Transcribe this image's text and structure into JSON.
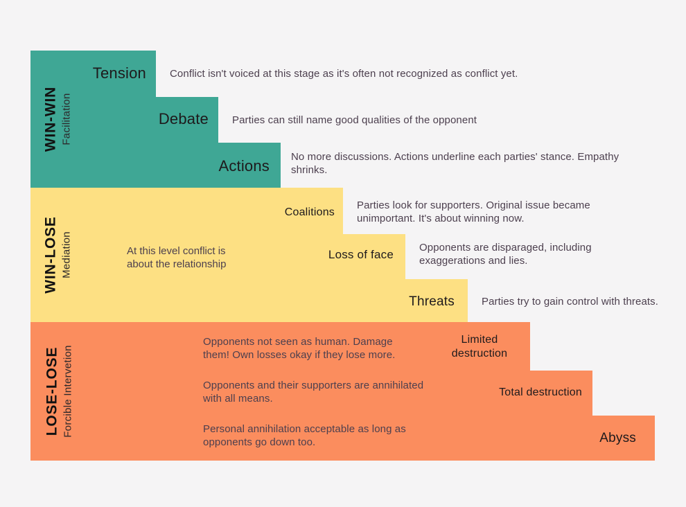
{
  "colors": {
    "background": "#f5f4f5",
    "win_win": "#3fa795",
    "win_lose": "#fde083",
    "lose_lose": "#fb8d5e",
    "stage_text": "#1e1a1c",
    "description_text": "#4c3f4e"
  },
  "sections": [
    {
      "label": "WIN-WIN",
      "sublabel": "Facilitation",
      "color": "#3fa795",
      "stages": [
        {
          "name": "Tension",
          "description": "Conflict isn't voiced at this stage as it's often not recognized as conflict yet."
        },
        {
          "name": "Debate",
          "description": "Parties can still name good qualities of the opponent"
        },
        {
          "name": "Actions",
          "description": "No more discussions. Actions underline each parties' stance. Empathy shrinks."
        }
      ]
    },
    {
      "label": "WIN-LOSE",
      "sublabel": "Mediation",
      "color": "#fde083",
      "note": "At this level conflict is about the relationship",
      "stages": [
        {
          "name": "Coalitions",
          "description": "Parties look for supporters. Original issue became unimportant. It's about winning now."
        },
        {
          "name": "Loss of face",
          "description": "Opponents are disparaged, including exaggerations and lies."
        },
        {
          "name": "Threats",
          "description": "Parties try to gain control with threats."
        }
      ]
    },
    {
      "label": "LOSE-LOSE",
      "sublabel": "Forcible Intervetion",
      "color": "#fb8d5e",
      "stages": [
        {
          "name": "Limited destruction",
          "description": "Opponents not seen as human. Damage them! Own losses okay if they lose more."
        },
        {
          "name": "Total destruction",
          "description": "Opponents and their supporters are annihilated with all means."
        },
        {
          "name": "Abyss",
          "description": "Personal annihilation acceptable as long as opponents go down too."
        }
      ]
    }
  ]
}
